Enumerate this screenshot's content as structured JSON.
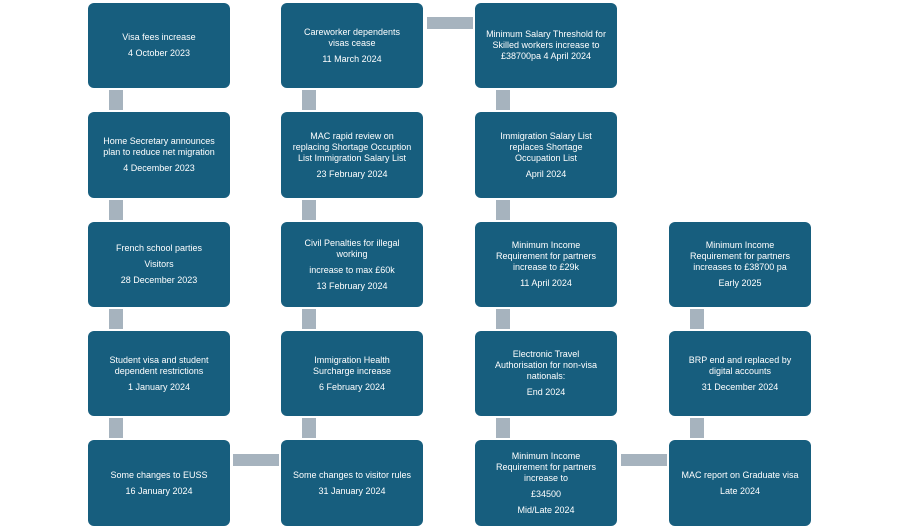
{
  "colors": {
    "box": "#175e7e",
    "connector": "#a6b3be",
    "text": "#ffffff"
  },
  "boxes": {
    "c1r1": {
      "l1": "Visa fees  increase",
      "date": "4 October  2023"
    },
    "c1r2": {
      "l1": "Home Secretary  announces",
      "l2": "plan to reduce net migration",
      "date": "4 December  2023"
    },
    "c1r3": {
      "l1": "French school parties",
      "l2": "Visitors",
      "date": "28 December  2023"
    },
    "c1r4": {
      "l1": "Student visa and student",
      "l2": "dependent restrictions",
      "date": "1 January 2024"
    },
    "c1r5": {
      "l1": "Some changes to EUSS",
      "date": "16 January  2024"
    },
    "c2r1": {
      "l1": "Careworker  dependents",
      "l2": "visas cease",
      "date": "11 March  2024"
    },
    "c2r2": {
      "l1": "MAC rapid review on",
      "l2": "replacing Shortage Occuption",
      "l3": "List  Immigration Salary List",
      "date": "23 February  2024"
    },
    "c2r3": {
      "l1": "Civil Penalties  for illegal",
      "l2": "working",
      "l3": "increase  to max £60k",
      "date": "13 February  2024"
    },
    "c2r4": {
      "l1": "Immigration Health",
      "l2": "Surcharge increase",
      "date": "6 February  2024"
    },
    "c2r5": {
      "l1": "Some changes to visitor rules",
      "date": "31 January  2024"
    },
    "c3r1": {
      "l1": "Minimum  Salary Threshold for",
      "l2": "Skilled workers increase  to",
      "l3": "£38700pa   4 April 2024"
    },
    "c3r2": {
      "l1": "Immigration Salary List",
      "l2": "replaces Shortage",
      "l3": "Occupation  List",
      "date": "April 2024"
    },
    "c3r3": {
      "l1": "Minimum Income",
      "l2": "Requirement  for partners",
      "l3": "increase  to £29k",
      "date": "11 April 2024"
    },
    "c3r4": {
      "l1": "Electronic Travel",
      "l2": "Authorisation for non-visa",
      "l3": "nationals:",
      "date": "End  2024"
    },
    "c3r5": {
      "l1": "Minimum Income",
      "l2": "Requirement  for partners",
      "l3": "increase  to",
      "l4": "£34500",
      "date": "Mid/Late  2024"
    },
    "c4r3": {
      "l1": "Minimum Income",
      "l2": "Requirement  for partners",
      "l3": "increases  to £38700   pa",
      "date": "Early 2025"
    },
    "c4r4": {
      "l1": "BRP end and replaced  by",
      "l2": "digital accounts",
      "date": "31 December  2024"
    },
    "c4r5": {
      "l1": "MAC report on Graduate visa",
      "date": "Late  2024"
    }
  }
}
